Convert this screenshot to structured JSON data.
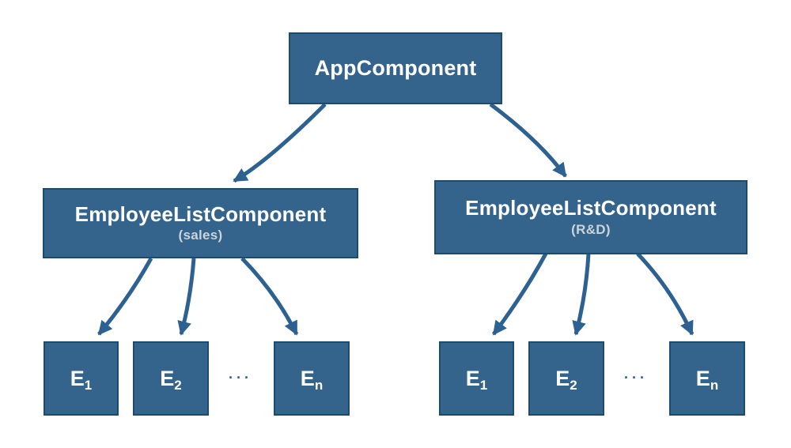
{
  "diagram": {
    "root": {
      "label": "AppComponent"
    },
    "groups": [
      {
        "title": "EmployeeListComponent",
        "subtitle": "(sales)",
        "employees": [
          {
            "label": "E",
            "sub": "1"
          },
          {
            "label": "E",
            "sub": "2"
          },
          {
            "label": "E",
            "sub": "n"
          }
        ],
        "ellipsis": "···"
      },
      {
        "title": "EmployeeListComponent",
        "subtitle": "(R&D)",
        "employees": [
          {
            "label": "E",
            "sub": "1"
          },
          {
            "label": "E",
            "sub": "2"
          },
          {
            "label": "E",
            "sub": "n"
          }
        ],
        "ellipsis": "···"
      }
    ],
    "colors": {
      "background": "#FFFFFF",
      "box_fill": "#34648C",
      "box_border": "#1C4B70",
      "arrow": "#2D6191",
      "title_text": "#FFFFFF",
      "subtitle_text": "#CBD4DB"
    }
  }
}
